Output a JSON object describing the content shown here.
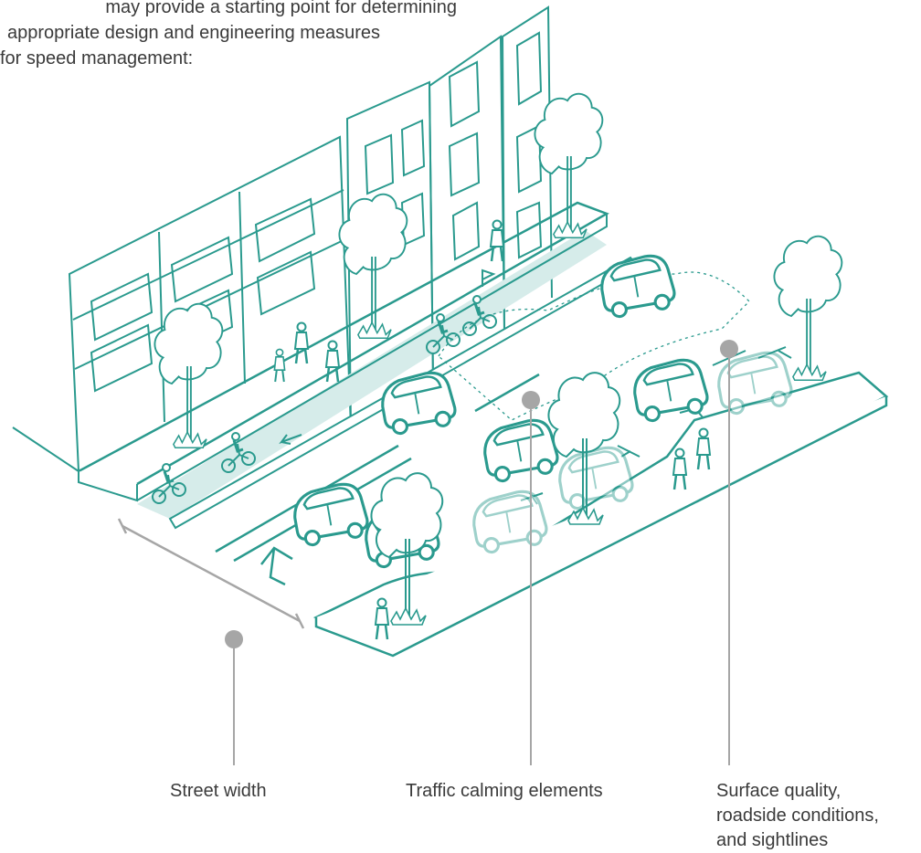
{
  "intro": {
    "line1": "may provide a starting point for determining",
    "line2": "appropriate design and engineering measures",
    "line3": "for speed management:"
  },
  "captions": {
    "street_width": "Street width",
    "traffic_calming": "Traffic calming elements",
    "surface_line1": "Surface quality,",
    "surface_line2": "roadside conditions,",
    "surface_line3": "and sightlines"
  },
  "colors": {
    "line": "#2a9a8e",
    "fill": "#d6ecea",
    "ghost": "#8fcfc7",
    "callout": "#a6a6a6"
  }
}
